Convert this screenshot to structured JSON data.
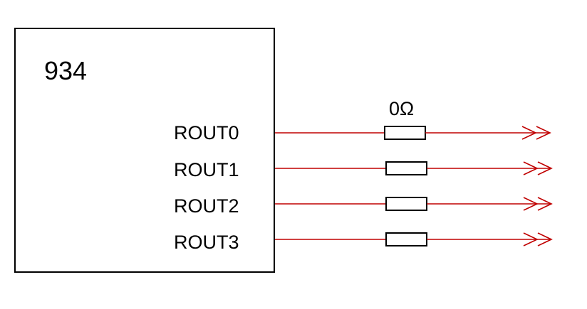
{
  "chip": {
    "name": "934"
  },
  "resistor_value": "0Ω",
  "pins": [
    {
      "label": "ROUT0"
    },
    {
      "label": "ROUT1"
    },
    {
      "label": "ROUT2"
    },
    {
      "label": "ROUT3"
    }
  ],
  "colors": {
    "wire": "#c00000",
    "outline": "#000000"
  },
  "icons": {
    "resistor": "resistor-symbol",
    "output_arrow": "double-chevron-right-icon"
  }
}
